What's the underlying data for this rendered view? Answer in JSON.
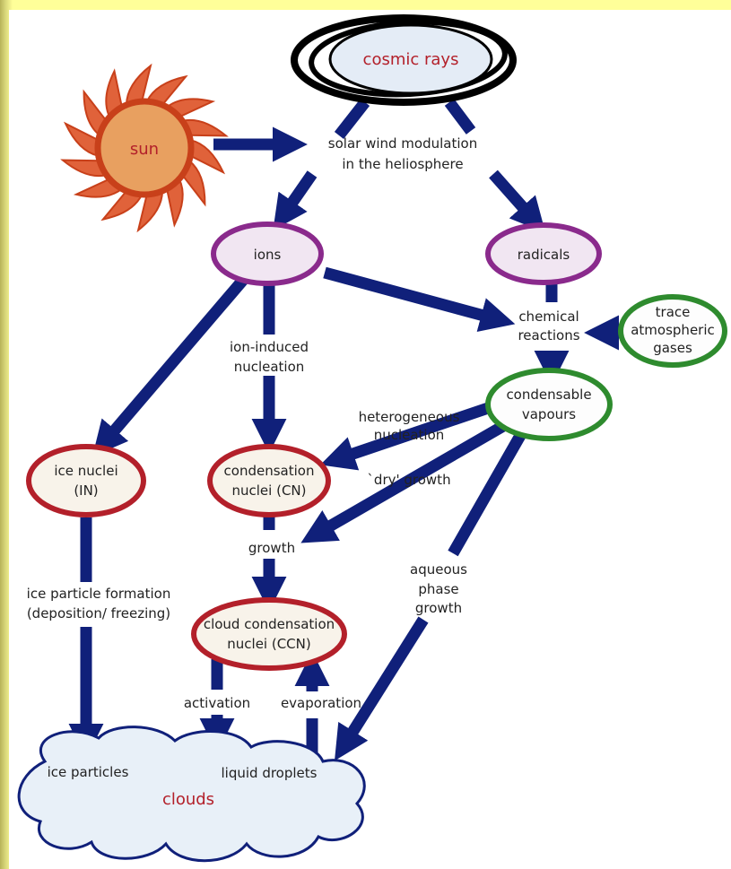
{
  "nodes": {
    "cosmic_rays": "cosmic rays",
    "sun": "sun",
    "ions": "ions",
    "radicals": "radicals",
    "trace_gases": [
      "trace",
      "atmospheric",
      "gases"
    ],
    "condensable_vapours": [
      "condensable",
      "vapours"
    ],
    "ice_nuclei": [
      "ice nuclei",
      "(IN)"
    ],
    "condensation_nuclei": [
      "condensation",
      "nuclei (CN)"
    ],
    "ccn": [
      "cloud condensation",
      "nuclei (CCN)"
    ],
    "clouds": "clouds",
    "ice_particles": "ice particles",
    "liquid_droplets": "liquid droplets"
  },
  "labels": {
    "solar_wind": [
      "solar wind modulation",
      "in the heliosphere"
    ],
    "chemical_reactions": [
      "chemical",
      "reactions"
    ],
    "ion_induced": [
      "ion-induced",
      "nucleation"
    ],
    "heterogeneous": [
      "heterogeneous",
      "nucleation"
    ],
    "dry_growth": "`dry' growth",
    "growth": "growth",
    "aqueous": [
      "aqueous",
      "phase",
      "growth"
    ],
    "ice_formation": [
      "ice particle formation",
      "(deposition/ freezing)"
    ],
    "activation": "activation",
    "evaporation": "evaporation"
  },
  "colors": {
    "arrow": "#10207a",
    "red_border": "#b3202a",
    "purple_border": "#8a2a8c",
    "green_border": "#2e8b2e",
    "sun_fill": "#e8a060",
    "sun_border": "#c8401a",
    "cloud_fill": "#e8f0f8",
    "node_fill_blue": "#e4ecf6",
    "node_fill_purple": "#f1e6f2",
    "node_fill_cream": "#f8f3ea"
  }
}
